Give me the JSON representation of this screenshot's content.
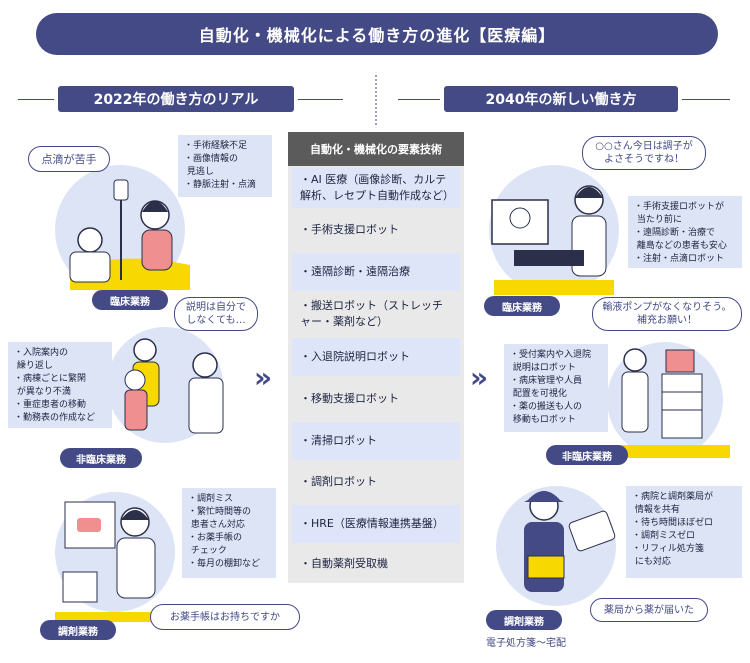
{
  "title": "自動化・機械化による働き方の進化【医療編】",
  "left": {
    "header": "2022年の働き方のリアル",
    "clinical": {
      "label": "臨床業務",
      "bubble": "点滴が苦手",
      "notes": [
        "・手術経験不足",
        "・画像情報の\n 見逃し",
        "・静脈注射・点滴"
      ]
    },
    "nonclinical": {
      "label": "非臨床業務",
      "bubble": "説明は自分で\nしなくても…",
      "notes": [
        "・入院案内の\n 繰り返し",
        "・病棟ごとに繁閑\n が異なり不満",
        "・重症患者の移動",
        "・勤務表の作成など"
      ]
    },
    "dispensing": {
      "label": "調剤業務",
      "bubble": "お薬手帳はお持ちですか",
      "notes": [
        "・調剤ミス",
        "・繁忙時間等の\n 患者さん対応",
        "・お薬手帳の\n チェック",
        "・毎月の棚卸など"
      ]
    }
  },
  "middle": {
    "header": "自動化・機械化の要素技術",
    "items": [
      "・AI 医療（画像診断、カルテ解析、レセプト自動作成など）",
      "・手術支援ロボット",
      "・遠隔診断・遠隔治療",
      "・搬送ロボット（ストレッチャー・薬剤など）",
      "・入退院説明ロボット",
      "・移動支援ロボット",
      "・清掃ロボット",
      "・調剤ロボット",
      "・HRE（医療情報連携基盤）",
      "・自動薬剤受取機"
    ]
  },
  "right": {
    "header": "2040年の新しい働き方",
    "clinical": {
      "label": "臨床業務",
      "bubble": "○○さん今日は調子が\nよさそうですね！",
      "notes": [
        "・手術支援ロボットが\n 当たり前に",
        "・遠隔診断・治療で\n 離島などの患者も安心",
        "・注射・点滴ロボット"
      ]
    },
    "nonclinical": {
      "label": "非臨床業務",
      "bubble": "輸液ポンプがなくなりそう。\n補充お願い！",
      "notes": [
        "・受付案内や入退院\n 説明はロボット",
        "・病床管理や人員\n 配置を可視化",
        "・薬の搬送も人の\n 移動もロボット"
      ]
    },
    "dispensing": {
      "label": "調剤業務",
      "bubble": "薬局から薬が届いた",
      "notes": [
        "・病院と調剤薬局が\n 情報を共有",
        "・待ち時間ほぼゼロ",
        "・調剤ミスゼロ",
        "・リフィル処方箋\n にも対応"
      ],
      "footer": "電子処方箋〜宅配"
    }
  },
  "colors": {
    "navy": "#434a86",
    "light_blue": "#dde4f5",
    "yellow": "#f7d800",
    "gray": "#e9e9e9"
  }
}
